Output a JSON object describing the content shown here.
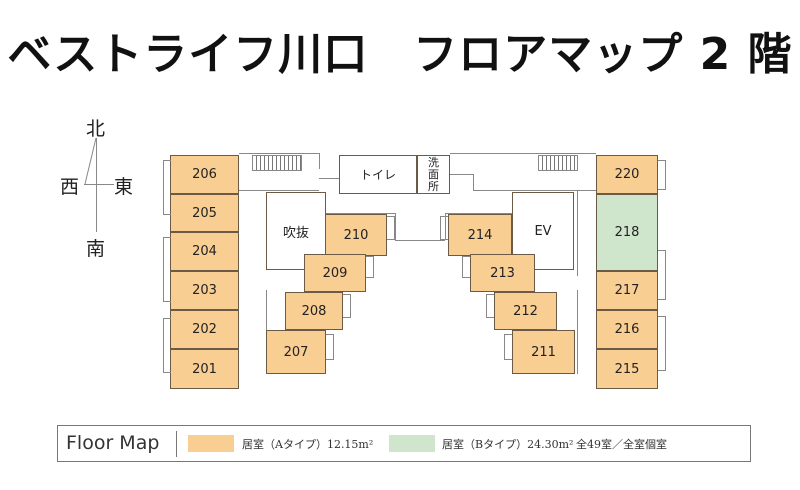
{
  "title": "ベストライフ川口　フロアマップ 2 階",
  "compass": {
    "north": "北",
    "south": "南",
    "west": "西",
    "east": "東"
  },
  "rooms_left_col": [
    "206",
    "205",
    "204",
    "203",
    "202",
    "201"
  ],
  "rooms_left_diag": [
    "210",
    "209",
    "208",
    "207"
  ],
  "rooms_right_diag": [
    "214",
    "213",
    "212",
    "211"
  ],
  "rooms_right_col": [
    "220",
    "218",
    "217",
    "216",
    "215"
  ],
  "room_218_type": "B",
  "facilities": {
    "toilet": "トイレ",
    "washroom": "洗面所",
    "void": "吹抜",
    "elevator": "EV"
  },
  "legend": {
    "title": "Floor Map",
    "type_a": "居室（Aタイプ）12.15m²",
    "type_b": "居室（Bタイプ）24.30m²",
    "summary": "全49室／全室個室",
    "color_a": "#f9ce93",
    "color_b": "#cfe6cc"
  }
}
